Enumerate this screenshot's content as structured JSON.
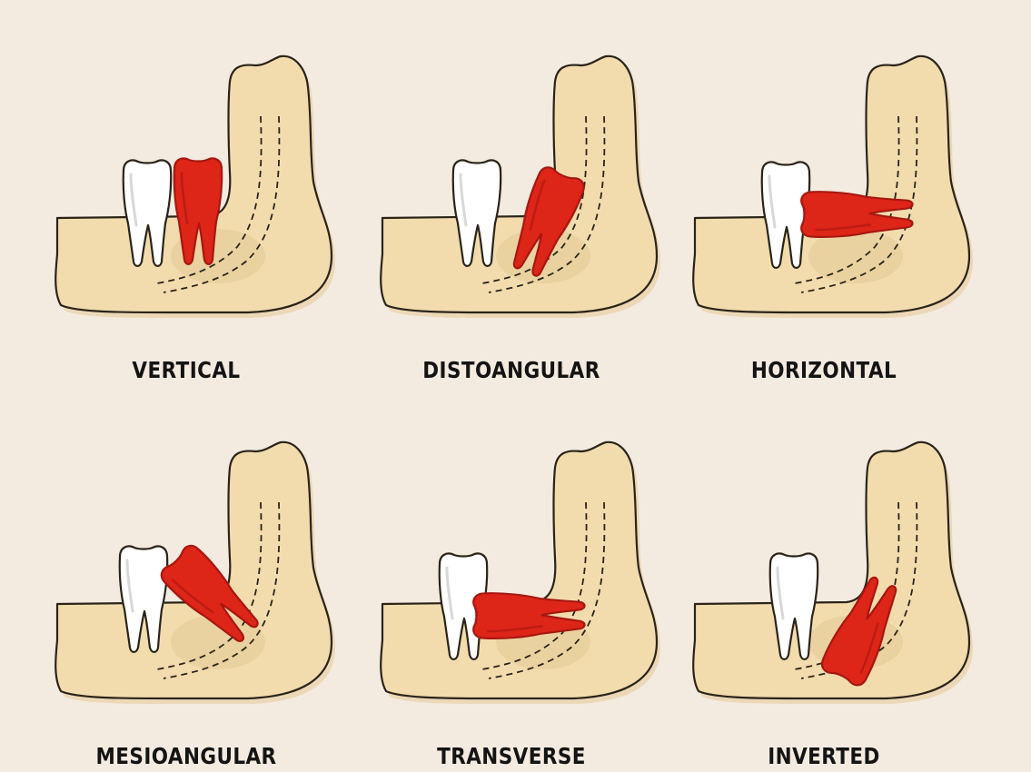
{
  "panels": [
    {
      "label": "VERTICAL",
      "orientation": "vertical"
    },
    {
      "label": "DISTOANGULAR",
      "orientation": "distoangular"
    },
    {
      "label": "HORIZONTAL",
      "orientation": "horizontal"
    },
    {
      "label": "MESIOANGULAR",
      "orientation": "mesioangular"
    },
    {
      "label": "TRANSVERSE",
      "orientation": "transverse"
    },
    {
      "label": "INVERTED",
      "orientation": "inverted"
    }
  ],
  "colors": {
    "background": "#f4ebe0",
    "bone": "#f2dcae",
    "bone_outline": "#2a2419",
    "bone_shade": "#e5c996",
    "healthy_tooth": "#ffffff",
    "impacted_tooth": "#dd2518",
    "impacted_tooth_dark": "#a61710"
  }
}
